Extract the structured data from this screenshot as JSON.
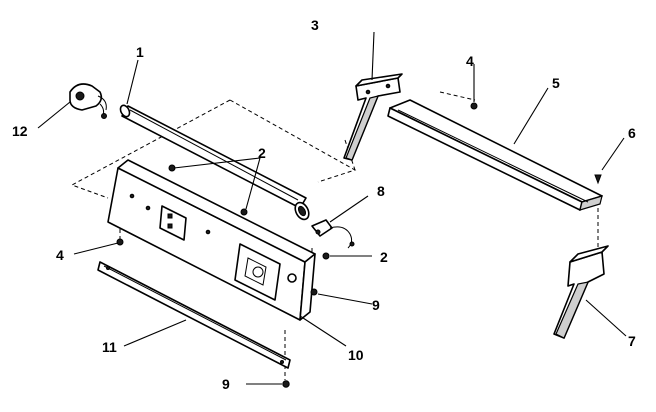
{
  "callouts": {
    "c1": "1",
    "c2a": "2",
    "c2b": "2",
    "c3": "3",
    "c4a": "4",
    "c4b": "4",
    "c5": "5",
    "c6": "6",
    "c7": "7",
    "c8": "8",
    "c9a": "9",
    "c9b": "9",
    "c10": "10",
    "c11": "11",
    "c12": "12"
  }
}
